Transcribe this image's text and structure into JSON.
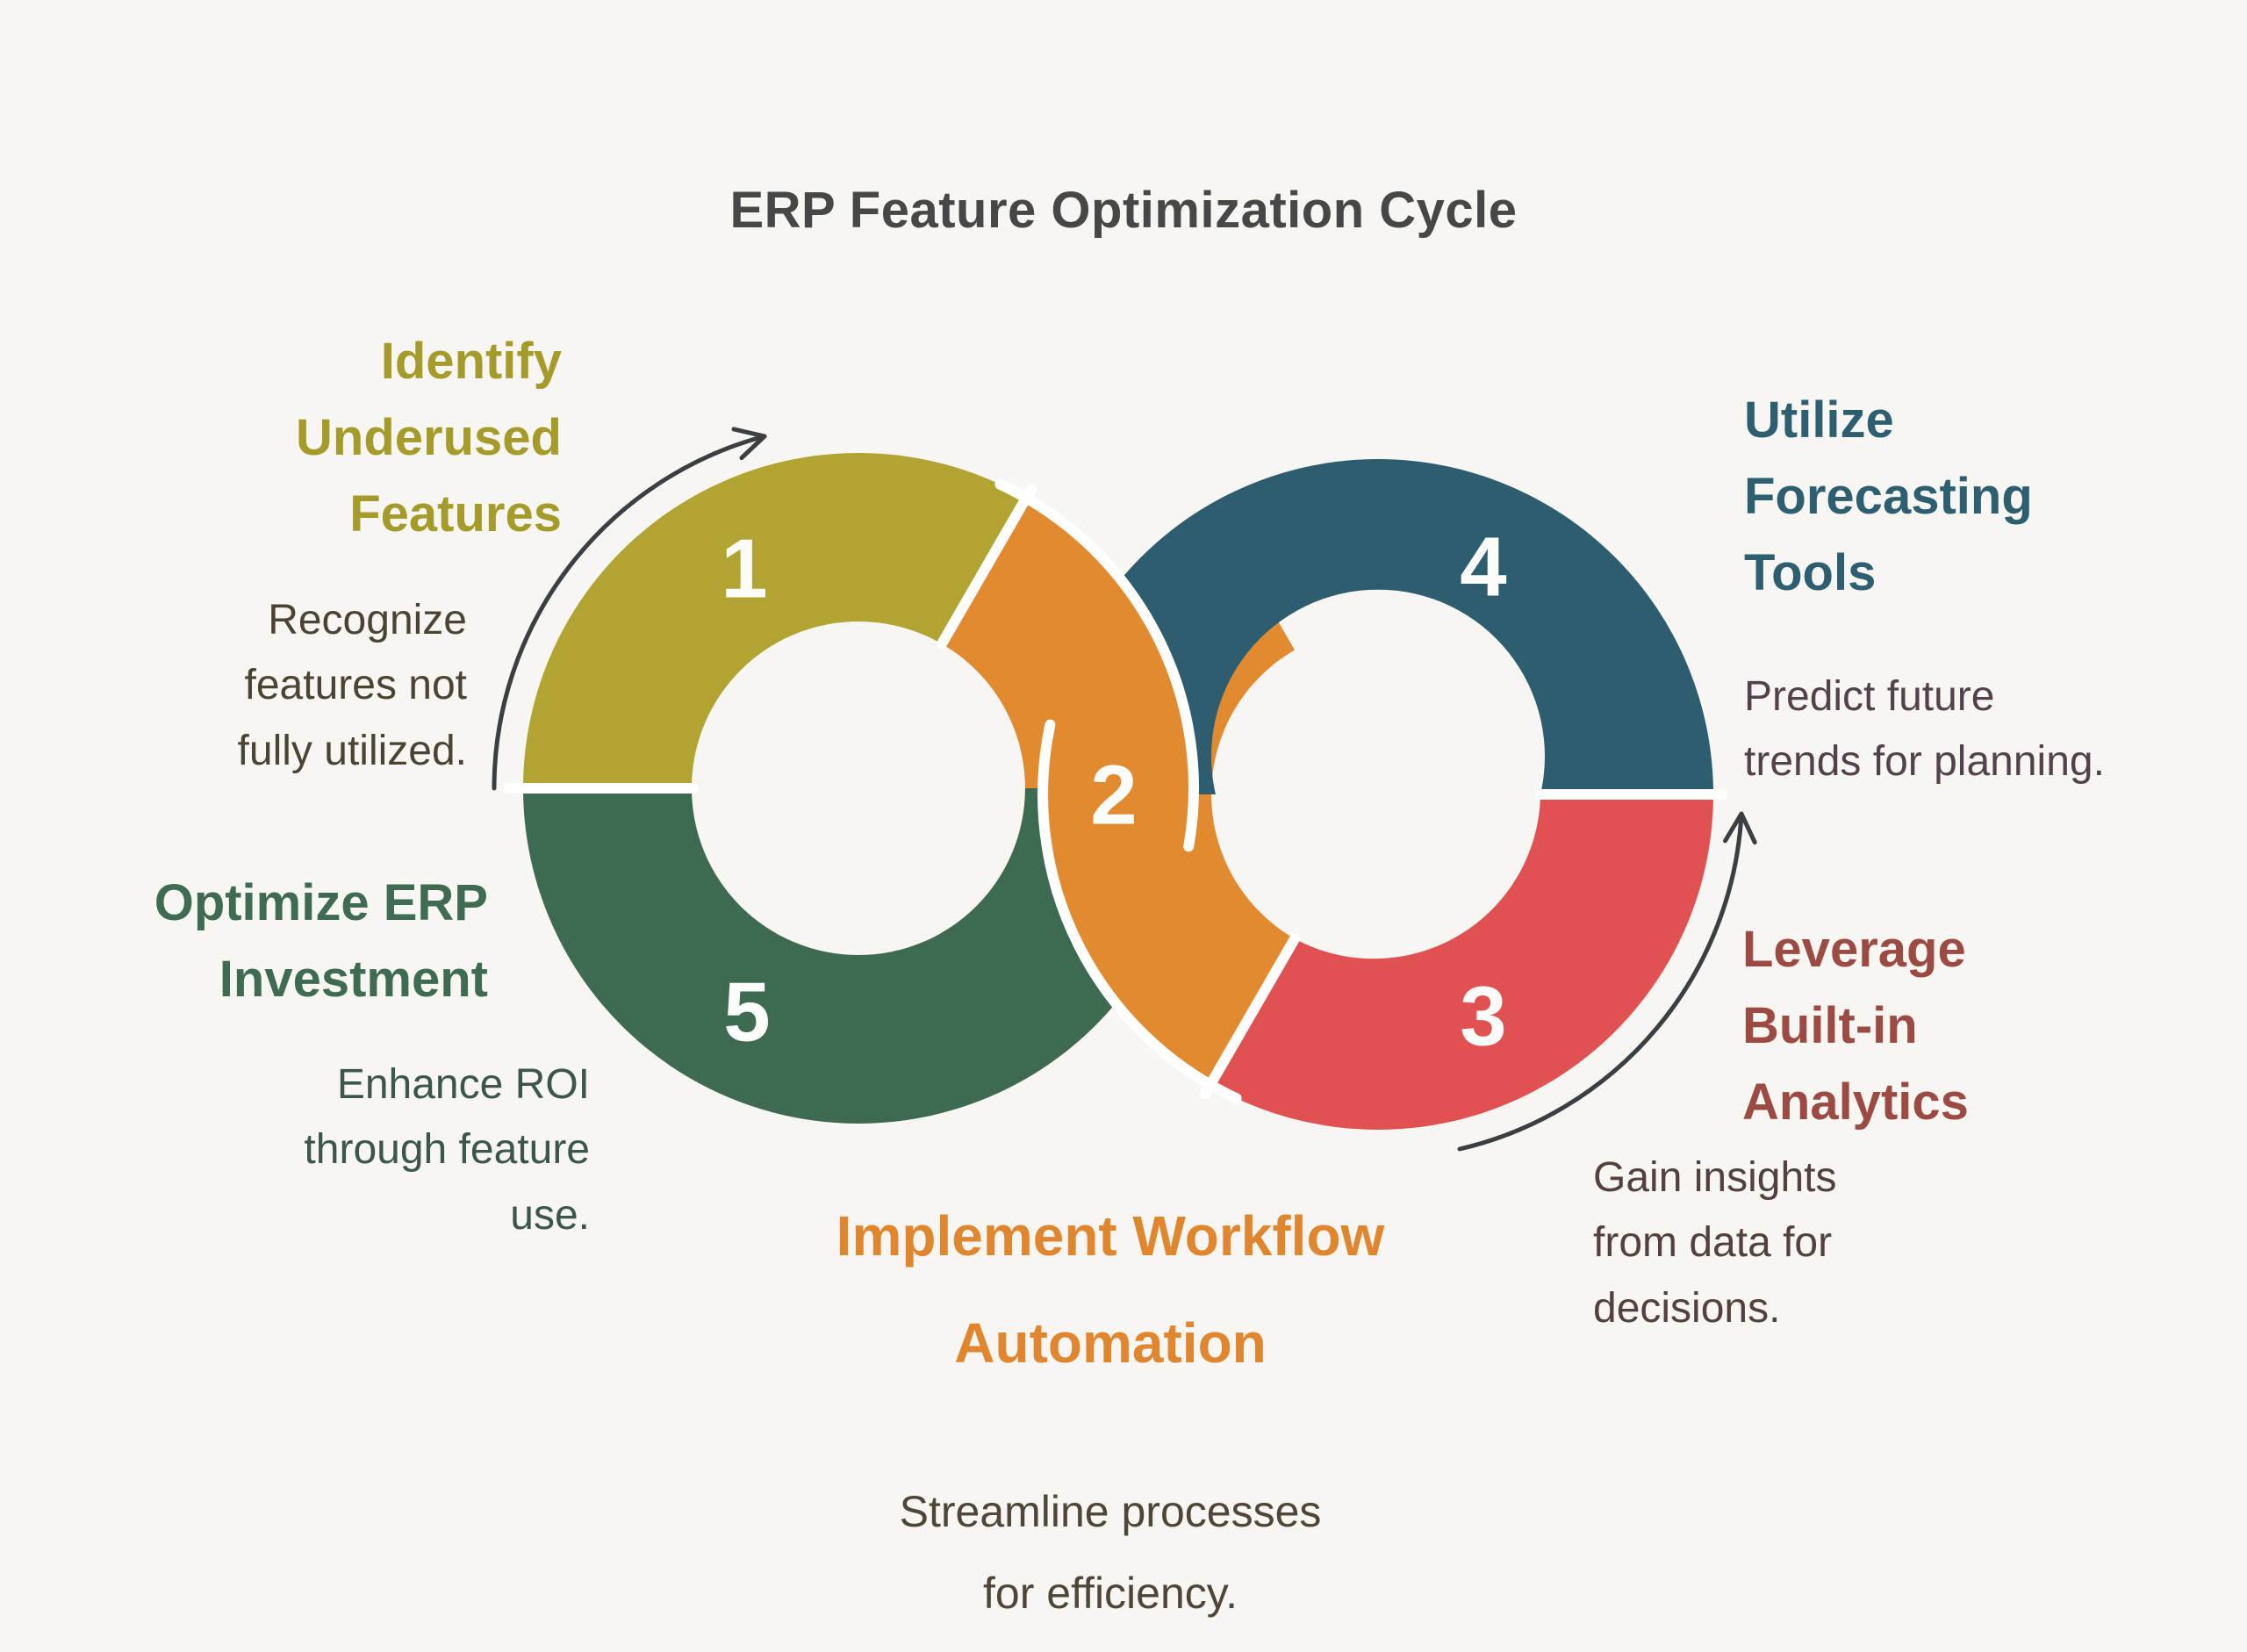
{
  "title": "ERP Feature Optimization Cycle",
  "palette": {
    "background": "#f7f6f3",
    "divider_white": "#ffffff",
    "arrow": "#3b3f42",
    "title_text": "#474747",
    "number_text": "#fcfcfa"
  },
  "steps": [
    {
      "num": "1",
      "heading": "Identify\nUnderused\nFeatures",
      "desc": "Recognize\nfeatures not\nfully utilized.",
      "color": "#b1a433",
      "heading_color": "#a59b2a",
      "desc_color": "#4b4334"
    },
    {
      "num": "2",
      "heading": "Implement Workflow\nAutomation",
      "desc": "Streamline processes\nfor efficiency.",
      "color": "#e18a30",
      "heading_color": "#e0862f",
      "desc_color": "#4f4639"
    },
    {
      "num": "3",
      "heading": "Leverage\nBuilt-in\nAnalytics",
      "desc": "Gain insights\nfrom data for\ndecisions.",
      "color": "#e05151",
      "heading_color": "#9c4a44",
      "desc_color": "#534040"
    },
    {
      "num": "4",
      "heading": "Utilize\nForecasting\nTools",
      "desc": "Predict future\ntrends for planning.",
      "color": "#2d5d6f",
      "heading_color": "#2e5f70",
      "desc_color": "#53424c"
    },
    {
      "num": "5",
      "heading": "Optimize ERP\nInvestment",
      "desc": "Enhance ROI\nthrough feature\nuse.",
      "color": "#3e6a52",
      "heading_color": "#3e6b52",
      "desc_color": "#3c564a"
    }
  ]
}
